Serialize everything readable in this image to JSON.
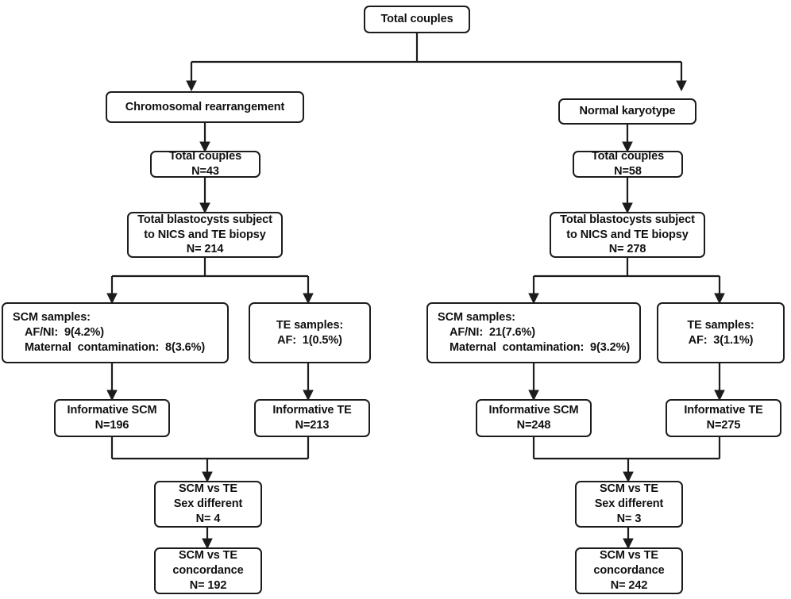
{
  "diagram": {
    "title": "NICS SCM vs TE flowchart",
    "stroke_color": "#1c1c1c",
    "background_color": "#ffffff",
    "text_color": "#101010"
  },
  "root": {
    "label": "Total couples"
  },
  "branches": [
    {
      "key": "chromosomal",
      "header": "Chromosomal rearrangement",
      "couples": {
        "line1": "Total couples",
        "line2": "N=43"
      },
      "blastocysts": {
        "line1": "Total blastocysts subject",
        "line2": "to NICS and TE biopsy",
        "line3": "N= 214"
      },
      "scm_samples": {
        "line1": "SCM samples:",
        "line2": "AF/NI:  9(4.2%)",
        "line3": "Maternal  contamination:  8(3.6%)"
      },
      "te_samples": {
        "line1": "TE samples:",
        "line2": "AF:  1(0.5%)"
      },
      "informative_scm": {
        "line1": "Informative SCM",
        "line2": "N=196"
      },
      "informative_te": {
        "line1": "Informative TE",
        "line2": "N=213"
      },
      "sex_different": {
        "line1": "SCM vs TE",
        "line2": "Sex different",
        "line3": "N= 4"
      },
      "concordance": {
        "line1": "SCM vs TE",
        "line2": "concordance",
        "line3": "N= 192"
      }
    },
    {
      "key": "normal",
      "header": "Normal karyotype",
      "couples": {
        "line1": "Total couples",
        "line2": "N=58"
      },
      "blastocysts": {
        "line1": "Total blastocysts subject",
        "line2": "to NICS and TE biopsy",
        "line3": "N= 278"
      },
      "scm_samples": {
        "line1": "SCM samples:",
        "line2": "AF/NI:  21(7.6%)",
        "line3": "Maternal  contamination:  9(3.2%)"
      },
      "te_samples": {
        "line1": "TE samples:",
        "line2": "AF:  3(1.1%)"
      },
      "informative_scm": {
        "line1": "Informative SCM",
        "line2": "N=248"
      },
      "informative_te": {
        "line1": "Informative TE",
        "line2": "N=275"
      },
      "sex_different": {
        "line1": "SCM vs TE",
        "line2": "Sex different",
        "line3": "N= 3"
      },
      "concordance": {
        "line1": "SCM vs TE",
        "line2": "concordance",
        "line3": "N= 242"
      }
    }
  ]
}
